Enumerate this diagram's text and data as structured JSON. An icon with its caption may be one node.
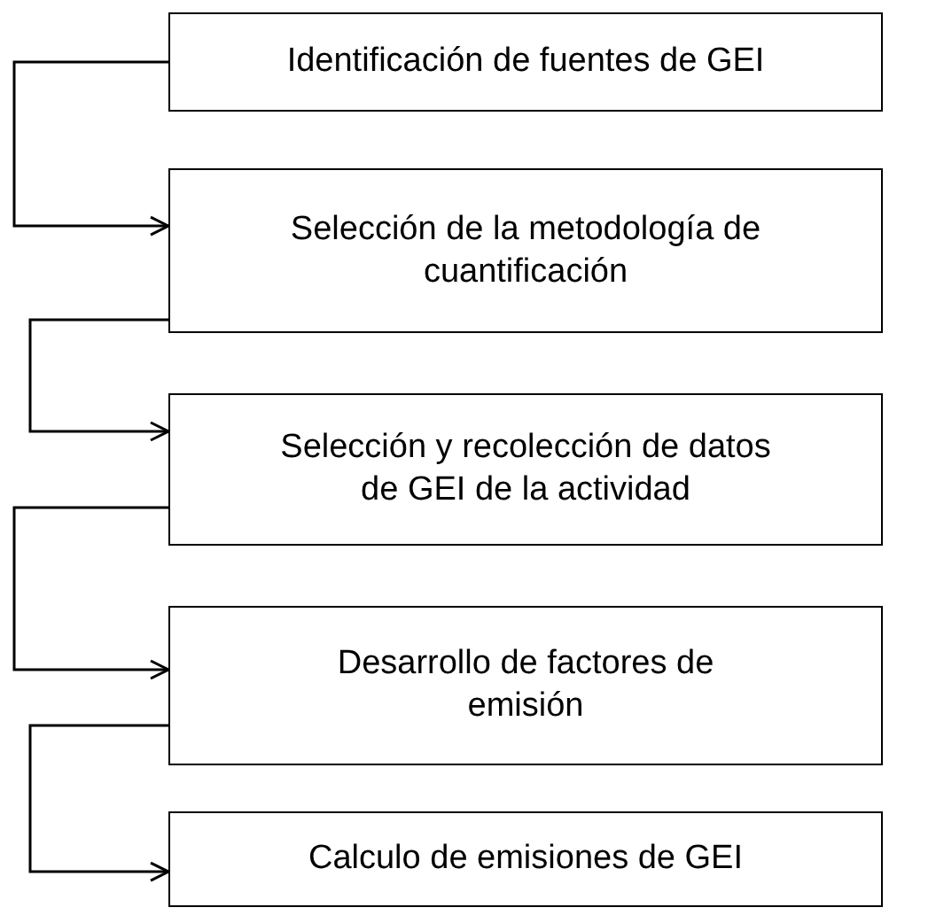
{
  "diagram": {
    "nodes": [
      {
        "text": [
          "Identificación de fuentes de GEI"
        ]
      },
      {
        "text": [
          "Selección de la metodología de cuantificación"
        ]
      },
      {
        "text": [
          "Selección y recolección de datos de GEI de la actividad"
        ]
      },
      {
        "text": [
          "Desarrollo de factores de emisión"
        ]
      },
      {
        "text": [
          "Calculo de emisiones de GEI"
        ]
      }
    ],
    "edges": [
      {
        "from": 0,
        "to": 1,
        "arrow": "to"
      },
      {
        "from": 1,
        "to": 2,
        "arrow": "to"
      },
      {
        "from": 2,
        "to": 3,
        "arrow": "to"
      },
      {
        "from": 3,
        "to": 4,
        "arrow": "to"
      }
    ]
  }
}
